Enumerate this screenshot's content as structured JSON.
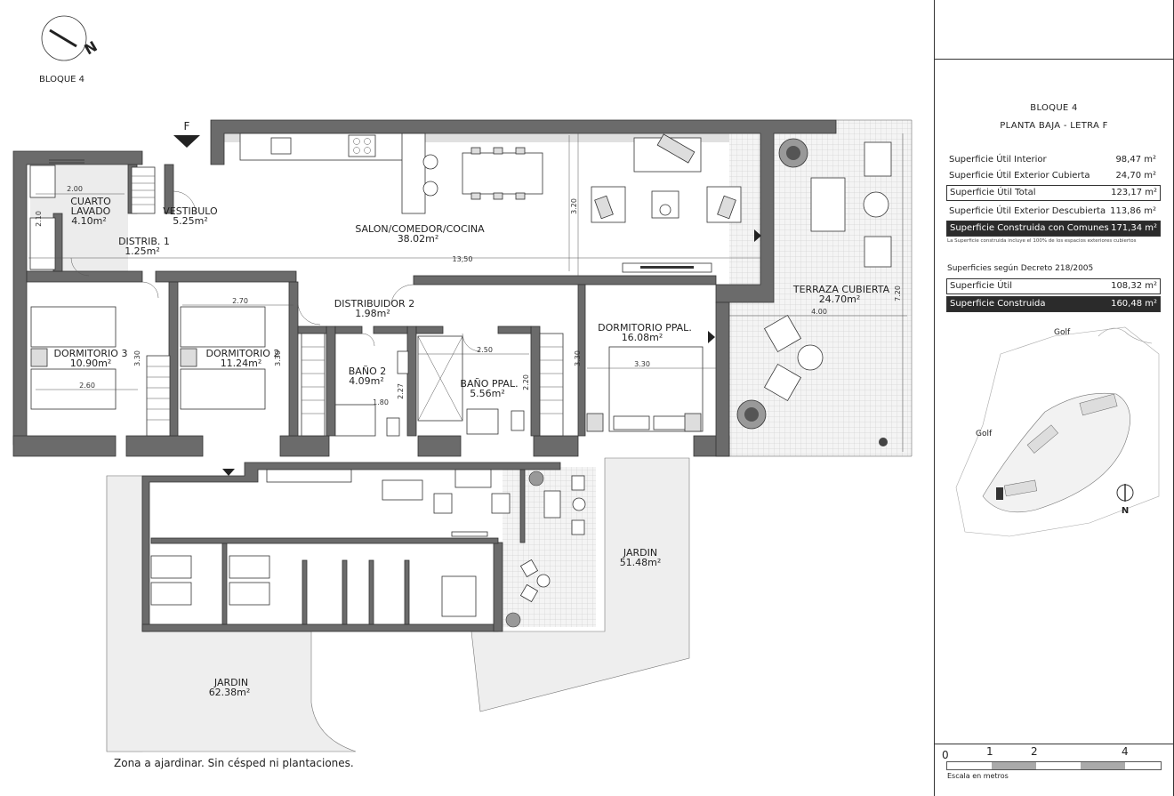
{
  "header": {
    "block_label": "BLOQUE 4",
    "north_letter": "N"
  },
  "plan": {
    "entry_marker": "F",
    "rooms": [
      {
        "name": "CUARTO\nLAVADO",
        "area": "4.10m²"
      },
      {
        "name": "VESTIBULO",
        "area": "5.25m²"
      },
      {
        "name": "DISTRIB. 1",
        "area": "1.25m²"
      },
      {
        "name": "SALON/COMEDOR/COCINA",
        "area": "38.02m²"
      },
      {
        "name": "DISTRIBUIDOR 2",
        "area": "1.98m²"
      },
      {
        "name": "DORMITORIO 3",
        "area": "10.90m²"
      },
      {
        "name": "DORMITORIO 2",
        "area": "11.24m²"
      },
      {
        "name": "BAÑO 2",
        "area": "4.09m²"
      },
      {
        "name": "BAÑO PPAL.",
        "area": "5.56m²"
      },
      {
        "name": "DORMITORIO PPAL.",
        "area": "16.08m²"
      },
      {
        "name": "TERRAZA CUBIERTA",
        "area": "24.70m²"
      }
    ],
    "dimensions": [
      "2.00",
      "2.10",
      "13,50",
      "3.20",
      "2.70",
      "3.30",
      "2.60",
      "3.30",
      "2.27",
      "1.80",
      "2.50",
      "2.20",
      "3.30",
      "3.30",
      "4.00",
      "7.20"
    ],
    "garden_left": {
      "name": "JARDIN",
      "area": "62.38m²"
    },
    "garden_right": {
      "name": "JARDIN",
      "area": "51.48m²"
    },
    "footnote": "Zona a ajardinar. Sin césped ni plantaciones."
  },
  "panel": {
    "title_1": "BLOQUE 4",
    "title_2": "PLANTA BAJA - LETRA F",
    "surfaces": [
      {
        "label": "Superficie Útil Interior",
        "value": "98,47 m²"
      },
      {
        "label": "Superficie Útil Exterior Cubierta",
        "value": "24,70 m²"
      },
      {
        "label": "Superficie Útil Total",
        "value": "123,17 m²"
      },
      {
        "label": "Superficie Útil Exterior Descubierta",
        "value": "113,86 m²"
      },
      {
        "label": "Superficie Construida con Comunes",
        "value": "171,34 m²"
      }
    ],
    "note": "La Superficie construida incluye el 100% de los espacios exteriores cubiertos",
    "decree_title": "Superficies según Decreto 218/2005",
    "decree": [
      {
        "label": "Superficie Útil",
        "value": "108,32 m²"
      },
      {
        "label": "Superficie Construida",
        "value": "160,48 m²"
      }
    ],
    "site_labels": [
      "Golf",
      "Golf"
    ],
    "site_north": "N",
    "scale_ticks": [
      "0",
      "1",
      "2",
      "4"
    ],
    "scale_caption": "Escala en metros"
  }
}
